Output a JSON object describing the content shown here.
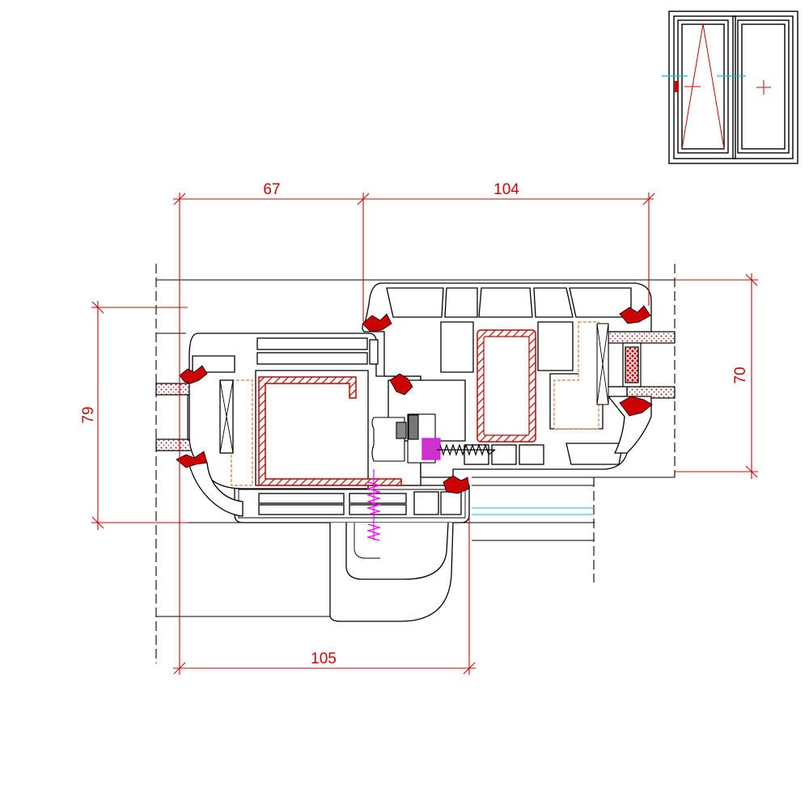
{
  "dimensions": {
    "sash_width": "67",
    "frame_to_edge": "104",
    "total_height": "79",
    "frame_height": "70",
    "bottom_width": "105"
  },
  "colors": {
    "outline": "#000000",
    "dimension": "#d40000",
    "gasket": "#cc0000",
    "reinforcement_hatch": "#cc0000",
    "insulation": "#e87a3a",
    "screw_highlight": "#ff00ff",
    "axis": "#00c8d8"
  },
  "icons": {
    "thumbnail": "window-elevation-icon"
  }
}
